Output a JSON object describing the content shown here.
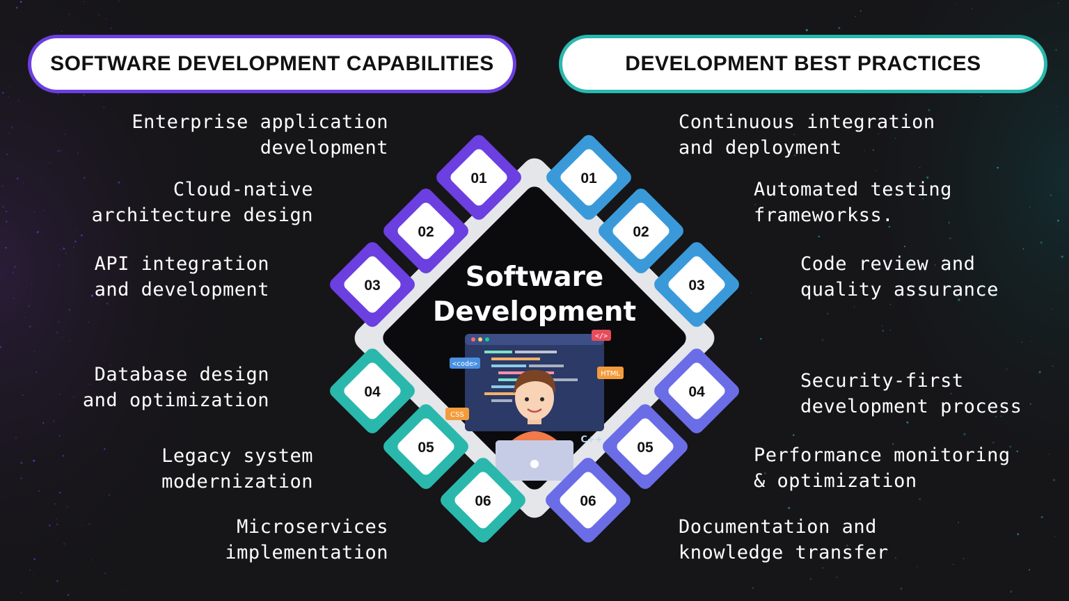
{
  "left_panel": {
    "title": "SOFTWARE DEVELOPMENT CAPABILITIES",
    "items": [
      {
        "number": "01",
        "label": "Enterprise application\ndevelopment"
      },
      {
        "number": "02",
        "label": "Cloud-native\narchitecture design"
      },
      {
        "number": "03",
        "label": "API integration\nand development"
      },
      {
        "number": "04",
        "label": "Database design\nand optimization"
      },
      {
        "number": "05",
        "label": "Legacy system\nmodernization"
      },
      {
        "number": "06",
        "label": "Microservices\nimplementation"
      }
    ]
  },
  "right_panel": {
    "title": "DEVELOPMENT BEST PRACTICES",
    "items": [
      {
        "number": "01",
        "label": "Continuous integration\nand deployment"
      },
      {
        "number": "02",
        "label": "Automated testing\nframeworkss."
      },
      {
        "number": "03",
        "label": "Code review and\nquality assurance"
      },
      {
        "number": "04",
        "label": "Security-first\ndevelopment process"
      },
      {
        "number": "05",
        "label": "Performance monitoring\n& optimization"
      },
      {
        "number": "06",
        "label": "Documentation and\nknowledge transfer"
      }
    ]
  },
  "center": {
    "title": "Software\nDevelopment",
    "illustration": {
      "tags": [
        "<code>",
        "</>",
        "HTML",
        "CSS",
        "C++"
      ]
    }
  },
  "colors": {
    "background": "#161518",
    "purple": "#6b3fe0",
    "teal": "#2ab8ad",
    "blue": "#3a9ad9",
    "indigo": "#6a6de6"
  }
}
